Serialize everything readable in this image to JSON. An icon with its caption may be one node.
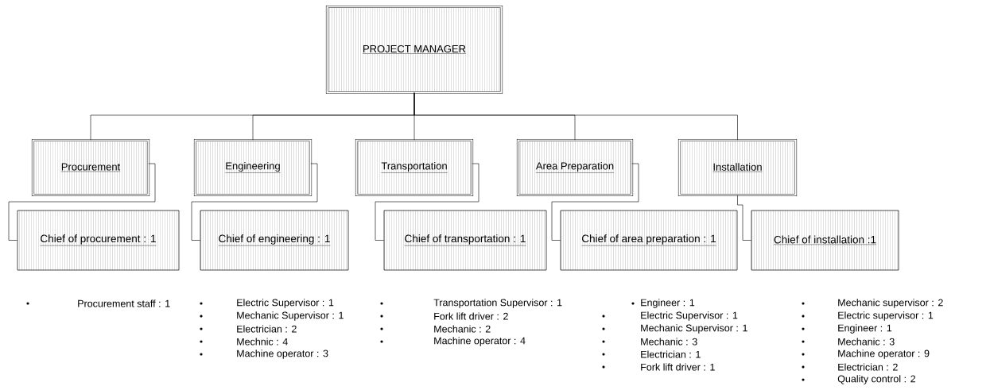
{
  "diagram": {
    "nodes": [
      {
        "text": [
          "PROJECT  MANAGER"
        ]
      },
      {
        "text": [
          "Procurement"
        ]
      },
      {
        "text": [
          "Engineering"
        ]
      },
      {
        "text": [
          "Transportation"
        ]
      },
      {
        "text": [
          "Area Preparation"
        ]
      },
      {
        "text": [
          "Installation"
        ]
      },
      {
        "text": [
          "Chief of procurement : 1"
        ]
      },
      {
        "text": [
          "Chief of engineering : 1"
        ]
      },
      {
        "text": [
          "Chief of transportation : 1"
        ]
      },
      {
        "text": [
          "Chief of area preparation : 1"
        ]
      },
      {
        "text": [
          "Chief of installation :1"
        ]
      }
    ],
    "edges": [
      {
        "from": 0,
        "to": 1,
        "arrow": "none"
      },
      {
        "from": 0,
        "to": 2,
        "arrow": "none"
      },
      {
        "from": 0,
        "to": 3,
        "arrow": "none"
      },
      {
        "from": 0,
        "to": 4,
        "arrow": "none"
      },
      {
        "from": 0,
        "to": 5,
        "arrow": "none"
      },
      {
        "from": 1,
        "to": 6,
        "arrow": "none"
      },
      {
        "from": 2,
        "to": 7,
        "arrow": "none"
      },
      {
        "from": 3,
        "to": 8,
        "arrow": "none"
      },
      {
        "from": 4,
        "to": 9,
        "arrow": "none"
      },
      {
        "from": 5,
        "to": 10,
        "arrow": "none"
      }
    ],
    "labels": [
      "Procurement staff : 1",
      "Electric Supervisor : 1",
      "Mechanic Supervisor : 1",
      "Electrician : 2",
      "Mechnic : 4",
      "Machine operator : 3",
      "Transportation  Supervisor : 1",
      "Fork lift driver  : 2",
      "Mechanic : 2",
      "Machine operator : 4",
      "Engineer : 1",
      "Electric Supervisor : 1",
      "Mechanic Supervisor : 1",
      "Mechanic : 3",
      "Electrician : 1",
      "Fork lift driver : 1",
      "Mechanic supervisor : 2",
      "Electric supervisor : 1",
      "Engineer : 1",
      "Mechanic : 3",
      "Machine operator : 9",
      "Electrician : 2",
      "Quality control : 2"
    ]
  }
}
